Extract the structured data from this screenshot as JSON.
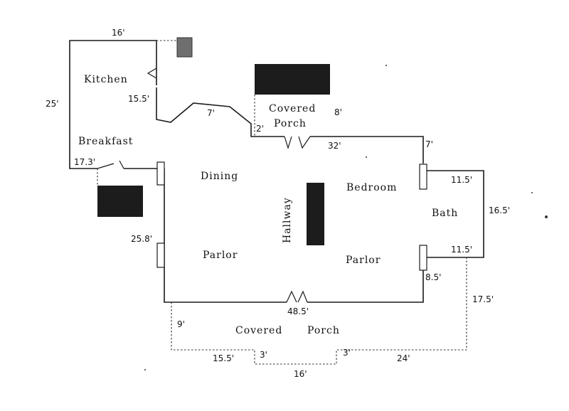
{
  "rooms": {
    "kitchen": "Kitchen",
    "breakfast": "Breakfast",
    "dining": "Dining",
    "hallway": "Hallway",
    "bedroom": "Bedroom",
    "bath": "Bath",
    "parlor_left": "Parlor",
    "parlor_right": "Parlor",
    "covered_porch_top": [
      "Covered",
      "Porch"
    ],
    "covered_porch_bottom": [
      "Covered",
      "Porch"
    ]
  },
  "dimensions": {
    "kitchen_top": "16'",
    "kitchen_side": "25'",
    "kitchen_inner": "15.5'",
    "diag_wall": "7'",
    "short_wall": "2'",
    "porch_depth": "8'",
    "main_top": "32'",
    "right_step": "7'",
    "breakfast_width": "17.3'",
    "bath_top": "11.5'",
    "bath_side": "16.5'",
    "bath_bottom": "11.5'",
    "left_side": "25.8'",
    "right_lower": "8.5'",
    "main_bottom": "48.5'",
    "porch_left": "9'",
    "porch_right": "17.5'",
    "porch_bottom_left": "15.5'",
    "porch_step_left": "3'",
    "porch_center": "16'",
    "porch_step_right": "3'",
    "porch_bottom_right": "24'"
  }
}
